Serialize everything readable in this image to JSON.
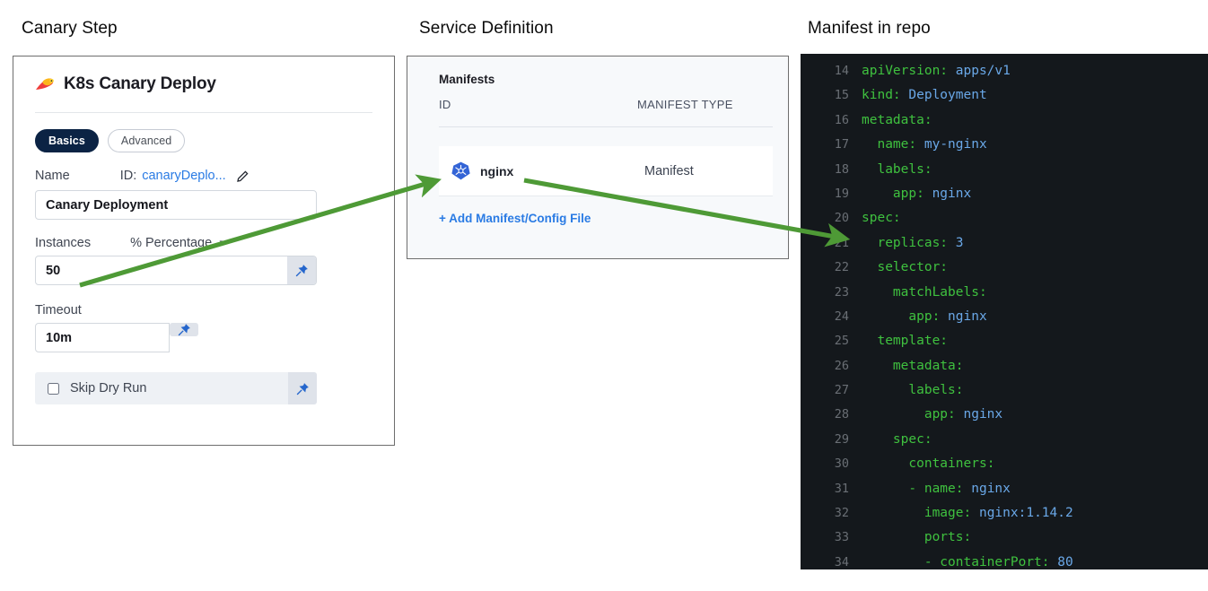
{
  "captions": {
    "canary": "Canary Step",
    "service": "Service Definition",
    "manifest": "Manifest in repo"
  },
  "colors": {
    "accent_blue": "#2a7be4",
    "pill_active_bg": "#0b2344",
    "arrow_green": "#4e9a36",
    "code_bg": "#14181c",
    "code_key_green": "#3fc13f",
    "code_value_blue": "#6aa8e8"
  },
  "canary_step": {
    "icon": "canary-bird-icon",
    "title": "K8s Canary Deploy",
    "tabs": [
      {
        "label": "Basics",
        "active": true
      },
      {
        "label": "Advanced",
        "active": false
      }
    ],
    "name_field": {
      "label": "Name",
      "id_label": "ID:",
      "id_value": "canaryDeplo...",
      "edit_icon": "pencil-icon",
      "value": "Canary Deployment"
    },
    "instances_field": {
      "label": "Instances",
      "unit_selector": "% Percentage",
      "unit_caret": "chevron-down-icon",
      "value": "50",
      "pin_icon": "pin-icon"
    },
    "timeout_field": {
      "label": "Timeout",
      "value": "10m",
      "pin_icon": "pin-icon"
    },
    "skip_dry_run": {
      "label": "Skip Dry Run",
      "checked": false,
      "pin_icon": "pin-icon"
    }
  },
  "service_definition": {
    "section_title": "Manifests",
    "columns": [
      "ID",
      "MANIFEST TYPE"
    ],
    "rows": [
      {
        "icon": "kubernetes-icon",
        "id": "nginx",
        "type": "Manifest"
      }
    ],
    "add_link": "+ Add Manifest/Config File"
  },
  "manifest_code": {
    "lines": [
      {
        "n": "14",
        "indent": 0,
        "key": "apiVersion:",
        "value": " apps/v1"
      },
      {
        "n": "15",
        "indent": 0,
        "key": "kind:",
        "value": " Deployment"
      },
      {
        "n": "16",
        "indent": 0,
        "key": "metadata:",
        "value": ""
      },
      {
        "n": "17",
        "indent": 1,
        "key": "name:",
        "value": " my-nginx"
      },
      {
        "n": "18",
        "indent": 1,
        "key": "labels:",
        "value": ""
      },
      {
        "n": "19",
        "indent": 2,
        "key": "app:",
        "value": " nginx"
      },
      {
        "n": "20",
        "indent": 0,
        "key": "spec:",
        "value": ""
      },
      {
        "n": "21",
        "indent": 1,
        "key": "replicas:",
        "value": " 3"
      },
      {
        "n": "22",
        "indent": 1,
        "key": "selector:",
        "value": ""
      },
      {
        "n": "23",
        "indent": 2,
        "key": "matchLabels:",
        "value": ""
      },
      {
        "n": "24",
        "indent": 3,
        "key": "app:",
        "value": " nginx"
      },
      {
        "n": "25",
        "indent": 1,
        "key": "template:",
        "value": ""
      },
      {
        "n": "26",
        "indent": 2,
        "key": "metadata:",
        "value": ""
      },
      {
        "n": "27",
        "indent": 3,
        "key": "labels:",
        "value": ""
      },
      {
        "n": "28",
        "indent": 4,
        "key": "app:",
        "value": " nginx"
      },
      {
        "n": "29",
        "indent": 2,
        "key": "spec:",
        "value": ""
      },
      {
        "n": "30",
        "indent": 3,
        "key": "containers:",
        "value": ""
      },
      {
        "n": "31",
        "indent": 3,
        "key": "- name:",
        "value": " nginx"
      },
      {
        "n": "32",
        "indent": 4,
        "key": "image:",
        "value": " nginx:1.14.2"
      },
      {
        "n": "33",
        "indent": 4,
        "key": "ports:",
        "value": ""
      },
      {
        "n": "34",
        "indent": 4,
        "key": "- containerPort:",
        "value": " 80"
      }
    ]
  },
  "annotations": {
    "arrow_1": "instances-50-to-nginx-manifest",
    "arrow_2": "nginx-manifest-to-replicas-line"
  }
}
